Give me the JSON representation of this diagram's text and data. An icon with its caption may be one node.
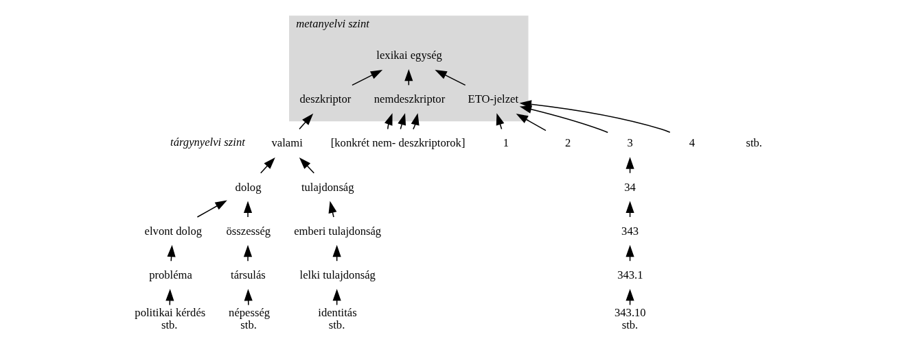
{
  "diagram": {
    "nodes": [
      {
        "text": [
          "metanyelvi szint"
        ]
      },
      {
        "text": [
          "lexikai egység"
        ],
        "in": 0
      },
      {
        "text": [
          "deszkriptor"
        ],
        "in": 0
      },
      {
        "text": [
          "nemdeszkriptor"
        ],
        "in": 0
      },
      {
        "text": [
          "ETO-jelzet"
        ],
        "in": 0
      },
      {
        "text": [
          "valami"
        ]
      },
      {
        "text": [
          "[konkrét nem- deszkriptorok]"
        ]
      },
      {
        "text": [
          "1"
        ]
      },
      {
        "text": [
          "2"
        ]
      },
      {
        "text": [
          "3"
        ]
      },
      {
        "text": [
          "4"
        ]
      },
      {
        "text": [
          "dolog"
        ]
      },
      {
        "text": [
          "tulajdonság"
        ]
      },
      {
        "text": [
          "34"
        ]
      },
      {
        "text": [
          "elvont dolog"
        ]
      },
      {
        "text": [
          "összesség"
        ]
      },
      {
        "text": [
          "emberi tulajdonság"
        ]
      },
      {
        "text": [
          "343"
        ]
      },
      {
        "text": [
          "probléma"
        ]
      },
      {
        "text": [
          "társulás"
        ]
      },
      {
        "text": [
          "lelki tulajdonság"
        ]
      },
      {
        "text": [
          "343.1"
        ]
      },
      {
        "text": [
          "politikai kérdés"
        ],
        "beside": [
          "stb."
        ]
      },
      {
        "text": [
          "népesség"
        ],
        "beside": [
          "stb."
        ]
      },
      {
        "text": [
          "identitás"
        ],
        "beside": [
          "stb."
        ]
      },
      {
        "text": [
          "343.10"
        ],
        "beside": [
          "stb."
        ]
      }
    ],
    "edges": [
      {
        "from": 2,
        "to": 1,
        "arrow": "to"
      },
      {
        "from": 3,
        "to": 1,
        "arrow": "to"
      },
      {
        "from": 4,
        "to": 1,
        "arrow": "to"
      },
      {
        "from": 5,
        "to": 2,
        "arrow": "to"
      },
      {
        "from": 6,
        "to": 3,
        "arrow": "to"
      },
      {
        "from": 6,
        "to": 3,
        "arrow": "to"
      },
      {
        "from": 6,
        "to": 3,
        "arrow": "to"
      },
      {
        "from": 7,
        "to": 4,
        "arrow": "to"
      },
      {
        "from": 8,
        "to": 4,
        "arrow": "to"
      },
      {
        "from": 9,
        "to": 4,
        "arrow": "to"
      },
      {
        "from": 10,
        "to": 4,
        "arrow": "to"
      },
      {
        "from": 11,
        "to": 5,
        "arrow": "to"
      },
      {
        "from": 12,
        "to": 5,
        "arrow": "to"
      },
      {
        "from": 13,
        "to": 9,
        "arrow": "to"
      },
      {
        "from": 14,
        "to": 11,
        "arrow": "to"
      },
      {
        "from": 15,
        "to": 11,
        "arrow": "to"
      },
      {
        "from": 16,
        "to": 12,
        "arrow": "to"
      },
      {
        "from": 17,
        "to": 13,
        "arrow": "to"
      },
      {
        "from": 18,
        "to": 14,
        "arrow": "to"
      },
      {
        "from": 19,
        "to": 15,
        "arrow": "to"
      },
      {
        "from": 20,
        "to": 16,
        "arrow": "to"
      },
      {
        "from": 21,
        "to": 17,
        "arrow": "to"
      },
      {
        "from": 22,
        "to": 18,
        "arrow": "to"
      },
      {
        "from": 23,
        "to": 19,
        "arrow": "to"
      },
      {
        "from": 24,
        "to": 20,
        "arrow": "to"
      },
      {
        "from": 25,
        "to": 21,
        "arrow": "to"
      }
    ],
    "labels": [
      "tárgynyelvi szint",
      "stb."
    ]
  }
}
